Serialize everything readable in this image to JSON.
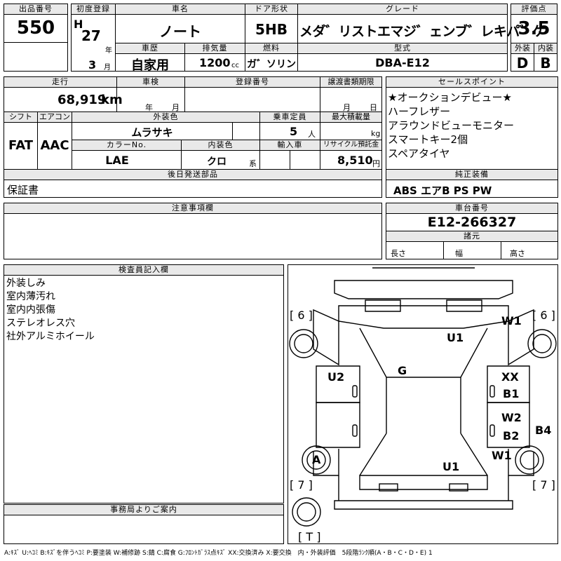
{
  "header": {
    "lot_no": {
      "label": "出品番号",
      "value": "550"
    },
    "first_reg": {
      "label": "初度登録",
      "era": "H",
      "year": "27",
      "year_unit": "年",
      "month": "3",
      "month_unit": "月"
    },
    "car_name": {
      "label": "車名",
      "value": "ノート"
    },
    "door": {
      "label": "ドア形状",
      "value": "5HB"
    },
    "grade": {
      "label": "グレード",
      "value": "メダ゛リストエマジ゛ェンブ゛レキパ゛ケ"
    },
    "score": {
      "label": "評価点",
      "value": "3.5"
    },
    "history": {
      "label": "車歴",
      "value": "自家用"
    },
    "displacement": {
      "label": "排気量",
      "value": "1200",
      "unit": "cc"
    },
    "fuel": {
      "label": "燃料",
      "value": "ガ゛ソリン"
    },
    "model": {
      "label": "型式",
      "value": "DBA-E12"
    },
    "exterior_grade": {
      "label": "外装",
      "value": "D"
    },
    "interior_grade": {
      "label": "内装",
      "value": "B"
    }
  },
  "row2": {
    "mileage": {
      "label": "走行",
      "value": "68,919",
      "unit": "km"
    },
    "inspection": {
      "label": "車検",
      "year_unit": "年",
      "month_unit": "月"
    },
    "reg_no": {
      "label": "登録番号"
    },
    "transfer": {
      "label": "譲渡書類期限",
      "month_unit": "月",
      "day_unit": "日"
    },
    "shift": {
      "label": "シフト",
      "value": "FAT"
    },
    "ac": {
      "label": "エアコン",
      "value": "AAC"
    },
    "exterior_color": {
      "label": "外装色",
      "value": "ムラサキ"
    },
    "capacity": {
      "label": "乗車定員",
      "value": "5",
      "unit": "人"
    },
    "max_load": {
      "label": "最大積載量",
      "unit": "kg"
    },
    "color_no": {
      "label": "カラーNo.",
      "value": "LAE"
    },
    "interior_color": {
      "label": "内装色",
      "value": "クロ",
      "unit": "系"
    },
    "import": {
      "label": "輸入車"
    },
    "recycle": {
      "label": "リサイクル預託金",
      "value": "8,510",
      "unit": "円"
    }
  },
  "later_parts": {
    "label": "後日発送部品",
    "value": "保証書"
  },
  "notes": {
    "label": "注意事項欄"
  },
  "selling_points": {
    "label": "セールスポイント",
    "items": [
      "★オークションデビュー★",
      "ハーフレザー",
      "アラウンドビューモニター",
      "スマートキー2個",
      "スペアタイヤ"
    ]
  },
  "equipment": {
    "label": "純正装備",
    "value": "ABS エアB PS PW"
  },
  "chassis": {
    "label": "車台番号",
    "value": "E12-266327"
  },
  "dimensions": {
    "label": "諸元",
    "length": "長さ",
    "width": "幅",
    "height": "高さ"
  },
  "inspector": {
    "label": "検査員記入欄",
    "items": [
      "外装しみ",
      "室内薄汚れ",
      "室内内張傷",
      "ステレオレス穴",
      "社外アルミホイール"
    ]
  },
  "office": {
    "label": "事務局よりご案内"
  },
  "diagram": {
    "labels": {
      "b6_left": "[ 6 ]",
      "b6_right": "[ 6 ]",
      "b7_left": "[ 7 ]",
      "b7_right": "[ 7 ]",
      "bt": "[ T ]",
      "w1_top": "W1",
      "u1_top": "U1",
      "g": "G",
      "u2": "U2",
      "xx": "XX",
      "b1": "B1",
      "w2": "W2",
      "b2": "B2",
      "b4": "B4",
      "w1_bottom": "W1",
      "a": "A",
      "u1_bottom": "U1"
    }
  },
  "legend": "A:ｷｽﾞ U:ﾍｺﾐ B:ｷｽﾞを伴うﾍｺﾐ P:要塗装 W:補修跡 S:錆 C:腐食 G:ﾌﾛﾝﾄｶﾞﾗｽ点ｷｽﾞ XX:交換済み X:要交換　内・外装評価　5段階ﾗﾝｸ順(A・B・C・D・E) 1"
}
